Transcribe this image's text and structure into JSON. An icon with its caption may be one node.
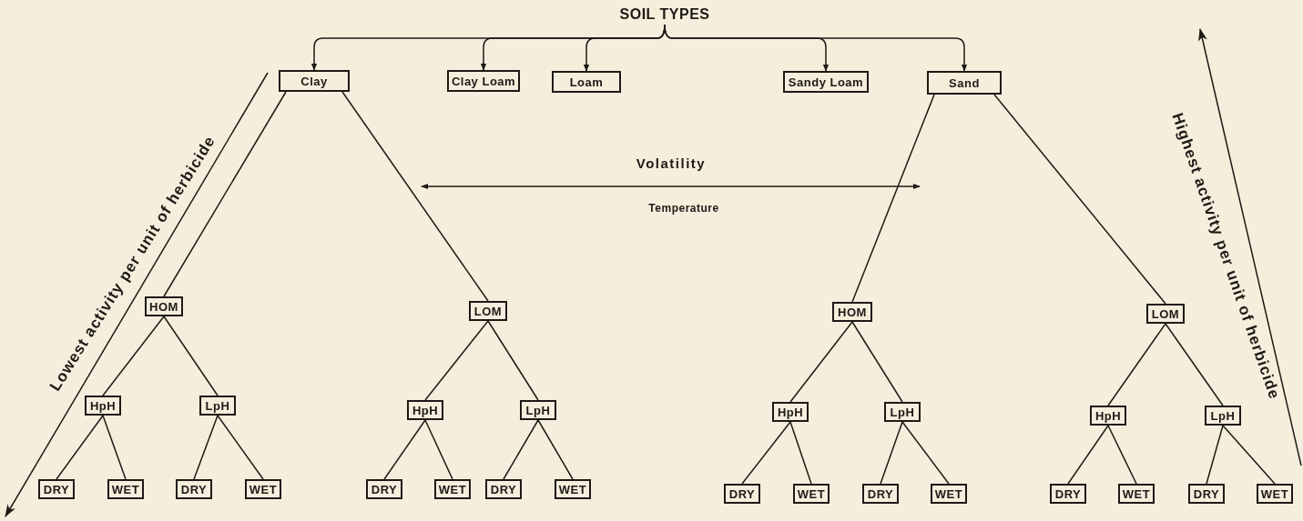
{
  "diagram": {
    "nodes": [
      {
        "text": [
          "SOIL TYPES"
        ]
      },
      {
        "text": [
          "Clay"
        ]
      },
      {
        "text": [
          "Clay Loam"
        ]
      },
      {
        "text": [
          "Loam"
        ]
      },
      {
        "text": [
          "Sandy Loam"
        ]
      },
      {
        "text": [
          "Sand"
        ]
      },
      {
        "text": [
          "HOM"
        ]
      },
      {
        "text": [
          "LOM"
        ]
      },
      {
        "text": [
          "HOM"
        ]
      },
      {
        "text": [
          "LOM"
        ]
      },
      {
        "text": [
          "HpH"
        ]
      },
      {
        "text": [
          "LpH"
        ]
      },
      {
        "text": [
          "HpH"
        ]
      },
      {
        "text": [
          "LpH"
        ]
      },
      {
        "text": [
          "HpH"
        ]
      },
      {
        "text": [
          "LpH"
        ]
      },
      {
        "text": [
          "HpH"
        ]
      },
      {
        "text": [
          "LpH"
        ]
      },
      {
        "text": [
          "DRY"
        ]
      },
      {
        "text": [
          "WET"
        ]
      },
      {
        "text": [
          "DRY"
        ]
      },
      {
        "text": [
          "WET"
        ]
      },
      {
        "text": [
          "DRY"
        ]
      },
      {
        "text": [
          "WET"
        ]
      },
      {
        "text": [
          "DRY"
        ]
      },
      {
        "text": [
          "WET"
        ]
      },
      {
        "text": [
          "DRY"
        ]
      },
      {
        "text": [
          "WET"
        ]
      },
      {
        "text": [
          "DRY"
        ]
      },
      {
        "text": [
          "WET"
        ]
      },
      {
        "text": [
          "DRY"
        ]
      },
      {
        "text": [
          "WET"
        ]
      },
      {
        "text": [
          "DRY"
        ]
      },
      {
        "text": [
          "WET"
        ]
      }
    ],
    "edges": [
      {
        "from": 0,
        "to": 1,
        "arrow": "to"
      },
      {
        "from": 0,
        "to": 2,
        "arrow": "to"
      },
      {
        "from": 0,
        "to": 3,
        "arrow": "to"
      },
      {
        "from": 0,
        "to": 4,
        "arrow": "to"
      },
      {
        "from": 0,
        "to": 5,
        "arrow": "to"
      },
      {
        "from": 1,
        "to": 6,
        "arrow": "none"
      },
      {
        "from": 1,
        "to": 7,
        "arrow": "none"
      },
      {
        "from": 5,
        "to": 8,
        "arrow": "none"
      },
      {
        "from": 5,
        "to": 9,
        "arrow": "none"
      },
      {
        "from": 6,
        "to": 10,
        "arrow": "none"
      },
      {
        "from": 6,
        "to": 11,
        "arrow": "none"
      },
      {
        "from": 7,
        "to": 12,
        "arrow": "none"
      },
      {
        "from": 7,
        "to": 13,
        "arrow": "none"
      },
      {
        "from": 8,
        "to": 14,
        "arrow": "none"
      },
      {
        "from": 8,
        "to": 15,
        "arrow": "none"
      },
      {
        "from": 9,
        "to": 16,
        "arrow": "none"
      },
      {
        "from": 9,
        "to": 17,
        "arrow": "none"
      },
      {
        "from": 10,
        "to": 18,
        "arrow": "none"
      },
      {
        "from": 10,
        "to": 19,
        "arrow": "none"
      },
      {
        "from": 11,
        "to": 20,
        "arrow": "none"
      },
      {
        "from": 11,
        "to": 21,
        "arrow": "none"
      },
      {
        "from": 12,
        "to": 22,
        "arrow": "none"
      },
      {
        "from": 12,
        "to": 23,
        "arrow": "none"
      },
      {
        "from": 13,
        "to": 24,
        "arrow": "none"
      },
      {
        "from": 13,
        "to": 25,
        "arrow": "none"
      },
      {
        "from": 14,
        "to": 26,
        "arrow": "none"
      },
      {
        "from": 14,
        "to": 27,
        "arrow": "none"
      },
      {
        "from": 15,
        "to": 28,
        "arrow": "none"
      },
      {
        "from": 15,
        "to": 29,
        "arrow": "none"
      },
      {
        "from": 16,
        "to": 30,
        "arrow": "none"
      },
      {
        "from": 16,
        "to": 31,
        "arrow": "none"
      },
      {
        "from": 17,
        "to": 32,
        "arrow": "none"
      },
      {
        "from": 17,
        "to": 33,
        "arrow": "none"
      }
    ],
    "labels": [
      "Volatility",
      "Temperature",
      "Lowest activity per unit of herbicide",
      "Highest activity per unit of herbicide"
    ]
  }
}
